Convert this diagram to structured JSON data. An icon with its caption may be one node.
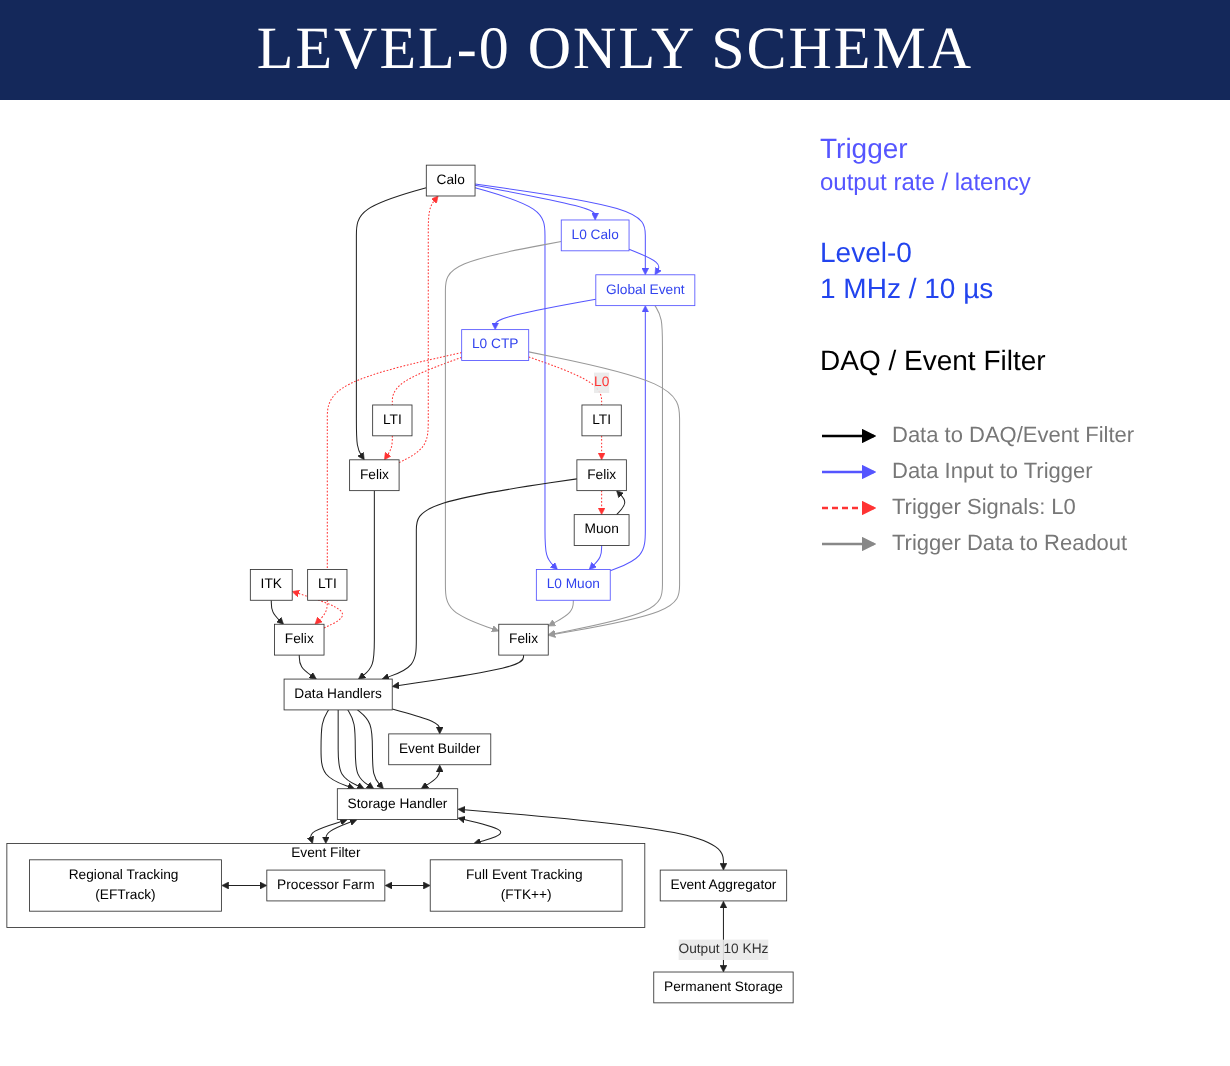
{
  "diagram": {
    "title": "LEVEL-0 ONLY SCHEMA",
    "nodes": [
      {
        "text": [
          "ITK"
        ]
      },
      {
        "text": [
          "Calo"
        ]
      },
      {
        "text": [
          "Muon"
        ]
      },
      {
        "text": [
          "Felix"
        ]
      },
      {
        "text": [
          "Felix"
        ]
      },
      {
        "text": [
          "Felix"
        ]
      },
      {
        "text": [
          "LTI"
        ]
      },
      {
        "text": [
          "LTI"
        ]
      },
      {
        "text": [
          "LTI"
        ]
      },
      {
        "text": [
          "L0 Calo"
        ]
      },
      {
        "text": [
          "L0 Muon"
        ]
      },
      {
        "text": [
          "Global Event"
        ]
      },
      {
        "text": [
          "L0 CTP"
        ]
      },
      {
        "text": [
          "Felix"
        ]
      },
      {
        "text": [
          "Data Handlers"
        ]
      },
      {
        "text": [
          "Event Builder"
        ]
      },
      {
        "text": [
          "Storage Handler"
        ]
      },
      {
        "text": [
          "Event Filter"
        ]
      },
      {
        "text": [
          "Regional Tracking (EFTrack)"
        ],
        "in": 17
      },
      {
        "text": [
          "Processor Farm"
        ],
        "in": 17
      },
      {
        "text": [
          "Full Event Tracking (FTK++)"
        ],
        "in": 17
      },
      {
        "text": [
          "Event Aggregator"
        ]
      },
      {
        "text": [
          "Permanent Storage"
        ]
      }
    ],
    "edges": [
      {
        "from": 0,
        "to": 3,
        "arrow": "to"
      },
      {
        "from": 1,
        "to": 4,
        "arrow": "to"
      },
      {
        "from": 2,
        "to": 5,
        "arrow": "to"
      },
      {
        "from": 3,
        "to": 0,
        "arrow": "to",
        "style": "dashed",
        "color": "#ff3333"
      },
      {
        "from": 4,
        "to": 1,
        "arrow": "to",
        "style": "dashed",
        "color": "#ff3333"
      },
      {
        "from": 5,
        "to": 2,
        "arrow": "to",
        "style": "dashed",
        "color": "#ff3333"
      },
      {
        "from": 6,
        "to": 3,
        "arrow": "to",
        "style": "dashed",
        "color": "#ff3333"
      },
      {
        "from": 7,
        "to": 4,
        "arrow": "to",
        "style": "dashed",
        "color": "#ff3333"
      },
      {
        "from": 8,
        "to": 5,
        "arrow": "to",
        "style": "dashed",
        "color": "#ff3333"
      },
      {
        "from": 12,
        "to": 6,
        "arrow": "none",
        "style": "dashed",
        "color": "#ff3333"
      },
      {
        "from": 12,
        "to": 7,
        "arrow": "none",
        "style": "dashed",
        "color": "#ff3333"
      },
      {
        "from": 12,
        "to": 8,
        "arrow": "none",
        "label": "L0",
        "style": "dashed",
        "color": "#ff3333"
      },
      {
        "from": 1,
        "to": 9,
        "arrow": "to",
        "color": "#5555ff"
      },
      {
        "from": 1,
        "to": 10,
        "arrow": "to",
        "color": "#5555ff"
      },
      {
        "from": 1,
        "to": 11,
        "arrow": "to",
        "color": "#5555ff"
      },
      {
        "from": 2,
        "to": 10,
        "arrow": "to",
        "color": "#5555ff"
      },
      {
        "from": 9,
        "to": 11,
        "arrow": "to",
        "color": "#5555ff"
      },
      {
        "from": 10,
        "to": 11,
        "arrow": "to",
        "color": "#5555ff"
      },
      {
        "from": 11,
        "to": 12,
        "arrow": "to",
        "color": "#5555ff"
      },
      {
        "from": 9,
        "to": 13,
        "arrow": "to",
        "color": "#999999"
      },
      {
        "from": 10,
        "to": 13,
        "arrow": "to",
        "color": "#999999"
      },
      {
        "from": 11,
        "to": 13,
        "arrow": "to",
        "color": "#999999"
      },
      {
        "from": 12,
        "to": 13,
        "arrow": "to",
        "color": "#999999"
      },
      {
        "from": 3,
        "to": 14,
        "arrow": "to"
      },
      {
        "from": 4,
        "to": 14,
        "arrow": "to"
      },
      {
        "from": 5,
        "to": 14,
        "arrow": "to"
      },
      {
        "from": 13,
        "to": 14,
        "arrow": "to"
      },
      {
        "from": 14,
        "to": 15,
        "arrow": "to"
      },
      {
        "from": 14,
        "to": 16,
        "arrow": "to"
      },
      {
        "from": 14,
        "to": 16,
        "arrow": "to"
      },
      {
        "from": 14,
        "to": 16,
        "arrow": "to"
      },
      {
        "from": 14,
        "to": 16,
        "arrow": "to"
      },
      {
        "from": 15,
        "to": 16,
        "arrow": "both"
      },
      {
        "from": 16,
        "to": 17,
        "arrow": "both"
      },
      {
        "from": 16,
        "to": 17,
        "arrow": "both"
      },
      {
        "from": 16,
        "to": 17,
        "arrow": "both"
      },
      {
        "from": 16,
        "to": 21,
        "arrow": "both"
      },
      {
        "from": 18,
        "to": 19,
        "arrow": "both"
      },
      {
        "from": 19,
        "to": 20,
        "arrow": "both"
      },
      {
        "from": 21,
        "to": 22,
        "arrow": "both",
        "label": "Output 10 KHz"
      }
    ],
    "labels": [
      "Trigger",
      "output rate / latency",
      "Level-0",
      "1 MHz / 10 µs",
      "DAQ / Event Filter"
    ],
    "legend": [
      {
        "text": "Data to DAQ/Event Filter"
      },
      {
        "text": "Data Input to Trigger"
      },
      {
        "text": "Trigger Signals: L0"
      },
      {
        "text": "Trigger Data to Readout"
      }
    ]
  }
}
